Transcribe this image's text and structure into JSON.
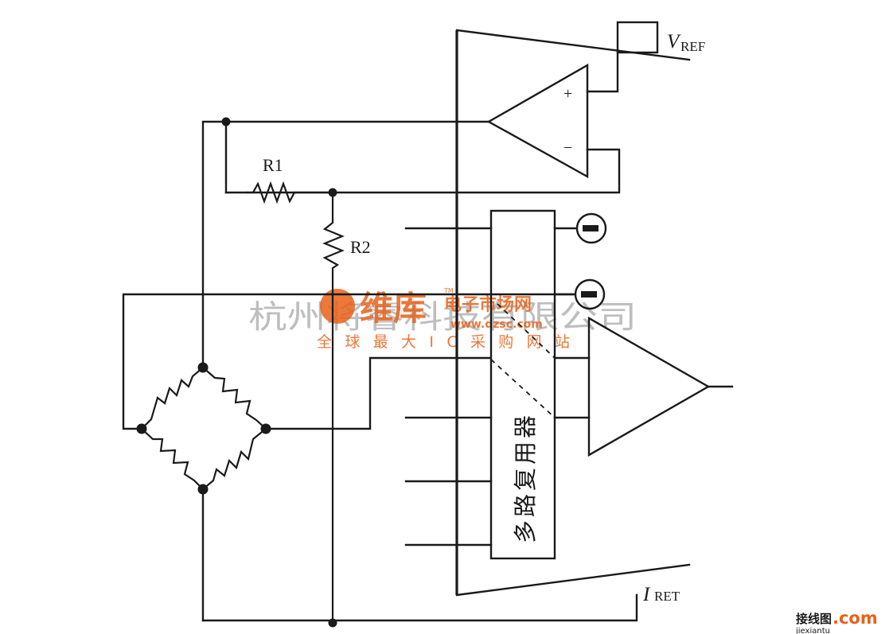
{
  "labels": {
    "vref_main": "V",
    "vref_sub": "REF",
    "iret_main": "I",
    "iret_sub": "RET",
    "r1": "R1",
    "r2": "R2",
    "opamp_plus": "+",
    "opamp_minus": "−",
    "mux": "多路复用器"
  },
  "watermark": {
    "company": "杭州将睿科技有限公司",
    "brand": "维库",
    "site_cn": "电子市场网",
    "tm": "TM",
    "url": "www.dzsc.com",
    "slogan": "全球最大IC采购网站"
  },
  "corner_logo": {
    "cn": "接线图",
    "com": ".com",
    "url": "jiexiantu"
  }
}
